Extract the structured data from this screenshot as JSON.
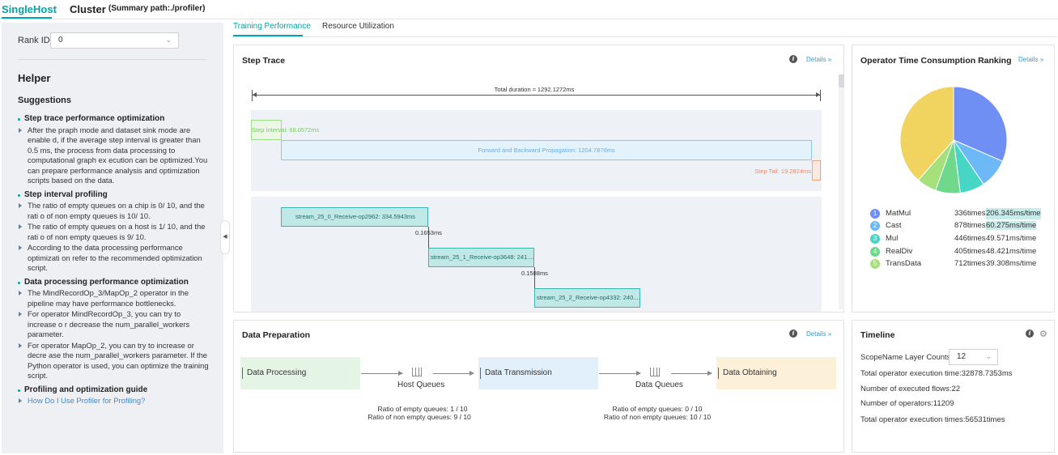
{
  "header": {
    "tab_single": "SingleHost",
    "tab_cluster": "Cluster",
    "summary_path": "(Summary path:./profiler)"
  },
  "sidebar": {
    "rank_label": "Rank ID",
    "rank_value": "0",
    "helper_title": "Helper",
    "suggestions_title": "Suggestions",
    "sections": [
      {
        "title": "Step trace performance optimization",
        "items": [
          "After the praph mode and dataset sink mode are enable d, if the average step interval is greater than 0.5 ms, the process from data processing to computational graph ex ecution can be optimized.You can prepare performance analysis and optimization scripts based on the data."
        ]
      },
      {
        "title": "Step interval profiling",
        "items": [
          "The ratio of empty queues on a chip is 0/ 10, and the rati o of non empty queues is 10/ 10.",
          "The ratio of empty queues on a host is 1/ 10, and the rati o of non empty queues is 9/ 10.",
          "According to the data processing performance optimizati on refer to the recommended optimization script."
        ]
      },
      {
        "title": "Data processing performance optimization",
        "items": [
          "The MindRecordOp_3/MapOp_2 operator in the pipeline may have performance bottlenecks.",
          "For operator MindRecordOp_3, you can try to increase o r decrease the num_parallel_workers parameter.",
          "For operator MapOp_2, you can try to increase or decre ase the num_parallel_workers parameter. If the Python operator is used, you can optimize the training script."
        ]
      },
      {
        "title": "Profiling and optimization guide",
        "items": [
          "How Do I Use Profiler for Profiling?"
        ]
      }
    ]
  },
  "subtabs": {
    "training": "Training Performance",
    "resource": "Resource Utilization"
  },
  "step_trace": {
    "title": "Step Trace",
    "details": "Details",
    "total_duration": "Total duration ≈ 1292.1272ms",
    "step_interval": "Step Interval: 68.0572ms",
    "fp_bp": "Forward and Backward Propagation: 1204.7876ms",
    "step_tail": "Step Tail: 19.2824ms",
    "streams": [
      "stream_25_0_Receive-op2962: 334.5943ms",
      "stream_25_1_Receive-op3648: 241....",
      "stream_25_2_Receive-op4332: 240...."
    ],
    "gaps": [
      "0.1653ms",
      "0.1588ms"
    ]
  },
  "operator_ranking": {
    "title": "Operator Time Consumption Ranking",
    "details": "Details",
    "rows": [
      {
        "rank": "1",
        "name": "MatMul",
        "times": "336times",
        "ms": "206.345ms/time",
        "color": "#6f8ff5"
      },
      {
        "rank": "2",
        "name": "Cast",
        "times": "878times",
        "ms": "60.275ms/time",
        "color": "#6db9f7"
      },
      {
        "rank": "3",
        "name": "Mul",
        "times": "446times",
        "ms": "49.571ms/time",
        "color": "#47d6c6"
      },
      {
        "rank": "4",
        "name": "RealDiv",
        "times": "405times",
        "ms": "48.421ms/time",
        "color": "#6fd88b"
      },
      {
        "rank": "5",
        "name": "TransData",
        "times": "712times",
        "ms": "39.308ms/time",
        "color": "#a6e07a"
      }
    ],
    "chart_data": {
      "type": "pie",
      "slices": [
        {
          "name": "MatMul",
          "value": 31.5,
          "color": "#6f8ff5"
        },
        {
          "name": "Cast",
          "value": 9,
          "color": "#6db9f7"
        },
        {
          "name": "Mul",
          "value": 7.5,
          "color": "#47d6c6"
        },
        {
          "name": "RealDiv",
          "value": 7.5,
          "color": "#6fd88b"
        },
        {
          "name": "TransData",
          "value": 6,
          "color": "#a6e07a"
        },
        {
          "name": "",
          "value": 38.5,
          "color": "#f0d45f"
        }
      ]
    }
  },
  "data_prep": {
    "title": "Data Preparation",
    "details": "Details",
    "processing": "Data Processing",
    "transmission": "Data Transmission",
    "obtaining": "Data Obtaining",
    "host_queues": "Host Queues",
    "data_queues": "Data Queues",
    "host_empty": "Ratio of empty queues: 1 / 10",
    "host_nonempty": "Ratio of non empty queues: 9 / 10",
    "data_empty": "Ratio of empty queues: 0 / 10",
    "data_nonempty": "Ratio of non empty queues: 10 / 10"
  },
  "timeline": {
    "title": "Timeline",
    "scope_label": "ScopeName Layer Counts:",
    "scope_value": "12",
    "exec_time": "Total operator execution time:32878.7353ms",
    "flows": "Number of executed flows:22",
    "operators": "Number of operators:11209",
    "exec_times": "Total operator execution times:56531times"
  }
}
